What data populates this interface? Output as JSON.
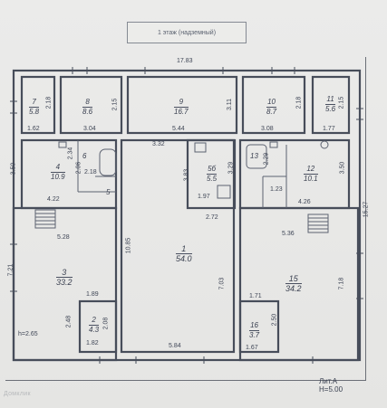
{
  "title": "1 этаж (надземный)",
  "stamp": {
    "lit": "Лит.А",
    "height": "H=5.00"
  },
  "watermark": "Домклик",
  "ceiling_note": "h=2.65",
  "rooms": [
    {
      "no": "7",
      "area": "5.8"
    },
    {
      "no": "8",
      "area": "8.6"
    },
    {
      "no": "9",
      "area": "16.7"
    },
    {
      "no": "10",
      "area": "8.7"
    },
    {
      "no": "11",
      "area": "5.6"
    },
    {
      "no": "4",
      "area": "10.9"
    },
    {
      "no": "6",
      "area": ""
    },
    {
      "no": "5",
      "area": ""
    },
    {
      "no": "5б",
      "area": "5.5"
    },
    {
      "no": "1",
      "area": "54.0"
    },
    {
      "no": "13",
      "area": ""
    },
    {
      "no": "12",
      "area": "10.1"
    },
    {
      "no": "3",
      "area": "33.2"
    },
    {
      "no": "2",
      "area": "4.3"
    },
    {
      "no": "15",
      "area": "34.2"
    },
    {
      "no": "16",
      "area": "3.7"
    }
  ],
  "dims": {
    "top_total": "17.83",
    "r7_w": "1.62",
    "r7_h": "2.18",
    "r8_w": "3.04",
    "r8_h": "2.15",
    "r9_w": "5.44",
    "r9_h": "3.11",
    "r10_w": "3.08",
    "r10_h": "2.18",
    "r11_w": "1.77",
    "r11_h": "2.15",
    "r1_top": "3.32",
    "r4_h": "3.50",
    "r4_d1": "2.34",
    "r4_d2": "2.06",
    "r4_d3": "2.18",
    "r4_bottom": "4.22",
    "r5b_w": "1.97",
    "r5b_h": "3.83",
    "r5b_h2": "3.29",
    "r12_d1": "2.29",
    "r12_d2": "1.23",
    "r12_h": "3.50",
    "r12_bottom": "4.26",
    "mid_w": "2.72",
    "r3_w": "5.28",
    "r3_h": "7.21",
    "r1_h": "10.85",
    "r1_h2": "7.03",
    "r15_w": "5.36",
    "r15_h": "7.18",
    "right_total": "15.27",
    "r2_top": "1.89",
    "r2_h": "2.48",
    "r2_h2": "2.08",
    "r2_w": "1.82",
    "r1_bottom": "5.84",
    "r16_top": "1.71",
    "r16_h": "2.50",
    "r16_w": "1.67"
  }
}
